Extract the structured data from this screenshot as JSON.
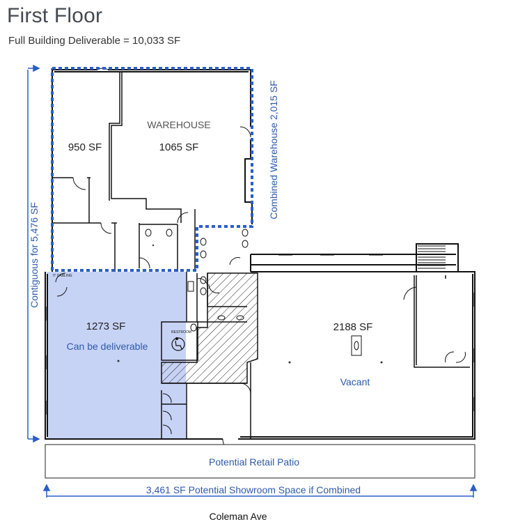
{
  "page": {
    "title": "First Floor",
    "subtitle": "Full Building Deliverable = 10,033 SF"
  },
  "spaces": {
    "room_950": "950  SF",
    "warehouse_name": "WAREHOUSE",
    "warehouse_area": "1065  SF",
    "room_1273": "1273  SF",
    "room_1273_note": "Can be deliverable",
    "room_2188": "2188  SF",
    "room_2188_status": "Vacant",
    "restroom": "RESTROOM",
    "it_cabling": "IT CABLING"
  },
  "annotations": {
    "combined_warehouse": "Combined Warehouse 2,015 SF",
    "contiguous": "Contiguous for 5,476 SF",
    "patio": "Potential Retail Patio",
    "showroom": "3,461 SF Potential Showroom Space if Combined",
    "street": "Coleman Ave"
  },
  "colors": {
    "accent_blue": "#2b5ec8",
    "highlight_fill": "#c7d3f5",
    "wall": "#111111",
    "label_blue": "#2e5aa8"
  }
}
